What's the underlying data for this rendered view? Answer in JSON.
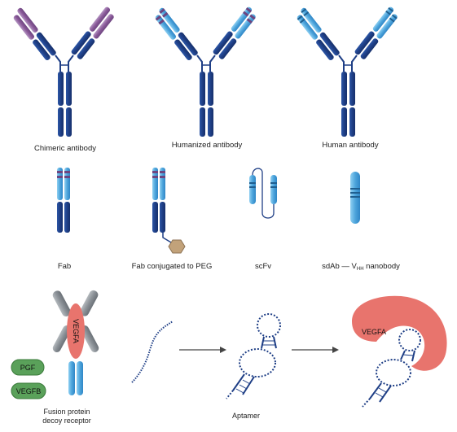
{
  "labels": {
    "chimeric": "Chimeric antibody",
    "humanized": "Humanized antibody",
    "human": "Human antibody",
    "fab": "Fab",
    "fab_peg": "Fab conjugated to PEG",
    "scfv": "scFv",
    "sdab_prefix": "sdAb — V",
    "sdab_sub": "HH",
    "sdab_suffix": " nanobody",
    "fusion_line1": "Fusion protein",
    "fusion_line2": "decoy receptor",
    "aptamer": "Aptamer",
    "vegfa_fusion": "VEGFA",
    "pgf": "PGF",
    "vegfb": "VEGFB",
    "vegfa_aptamer": "VEGFA"
  },
  "colors": {
    "dark_blue": "#1f3f86",
    "mid_blue": "#3a7bc4",
    "light_blue": "#5aaee0",
    "mouse_purple": "#8a5a99",
    "hinge": "#1f3f86",
    "peg": "#c2a27a",
    "vegfa": "#e8746d",
    "green": "#5aa15a",
    "grey": "#8a9096"
  }
}
